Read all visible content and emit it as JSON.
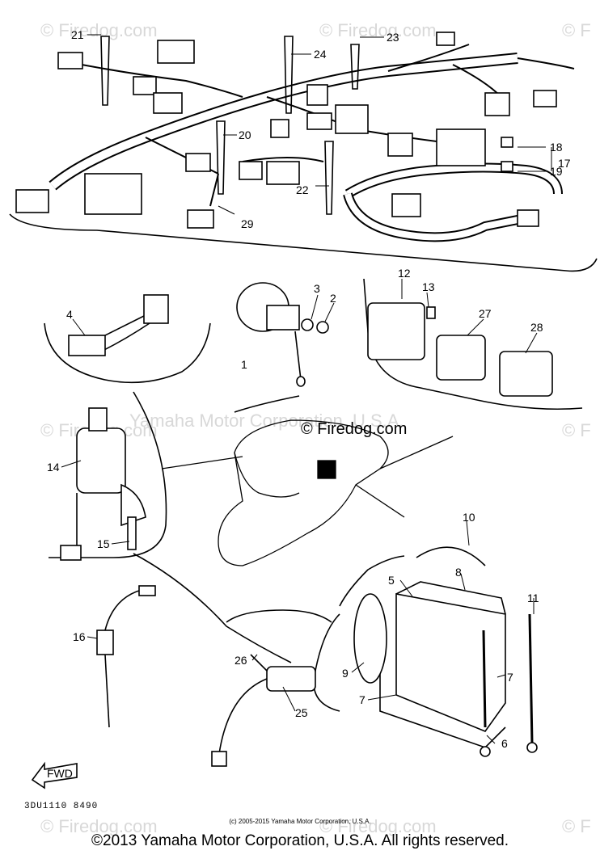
{
  "watermark": {
    "text": "© Firedog.com",
    "center_text": "© Firedog.com",
    "edge_text": "© F",
    "faint_text": "Yamaha Motor Corporation, U.S.A."
  },
  "part_labels": [
    "1",
    "2",
    "3",
    "4",
    "5",
    "6",
    "7",
    "8",
    "9",
    "10",
    "11",
    "12",
    "13",
    "14",
    "15",
    "16",
    "17",
    "18",
    "19",
    "20",
    "21",
    "22",
    "23",
    "24",
    "25",
    "26",
    "27",
    "28",
    "29"
  ],
  "fwd_label": "FWD",
  "part_code": "3DU1110 8490",
  "small_copyright": "(c) 2005-2015 Yamaha Motor Corporation, U.S.A.",
  "footer": "©2013 Yamaha Motor Corporation, U.S.A. All rights reserved."
}
